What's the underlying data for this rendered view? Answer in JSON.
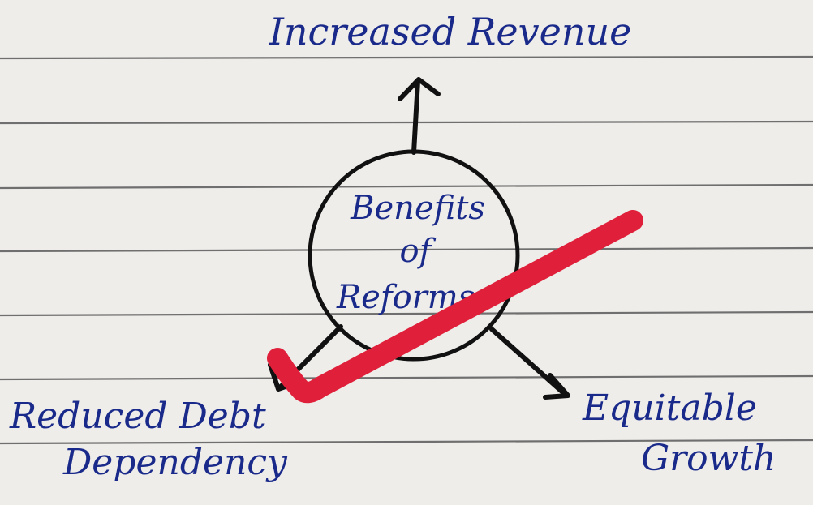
{
  "diagram": {
    "center": {
      "lines": [
        "Benefits",
        "of",
        "Reforms"
      ]
    },
    "outcomes": {
      "top": {
        "lines": [
          "Increased Revenue"
        ]
      },
      "bottom_left": {
        "lines": [
          "Reduced Debt",
          "Dependency"
        ]
      },
      "bottom_right": {
        "lines": [
          "Equitable",
          "Growth"
        ]
      }
    }
  },
  "colors": {
    "paper": "#eeedea",
    "rule_line": "#5a5a5a",
    "ink_blue": "#1a2a8a",
    "ink_black": "#111111",
    "check_red": "#e0203a"
  },
  "annotations": {
    "check_mark": "check-icon"
  }
}
